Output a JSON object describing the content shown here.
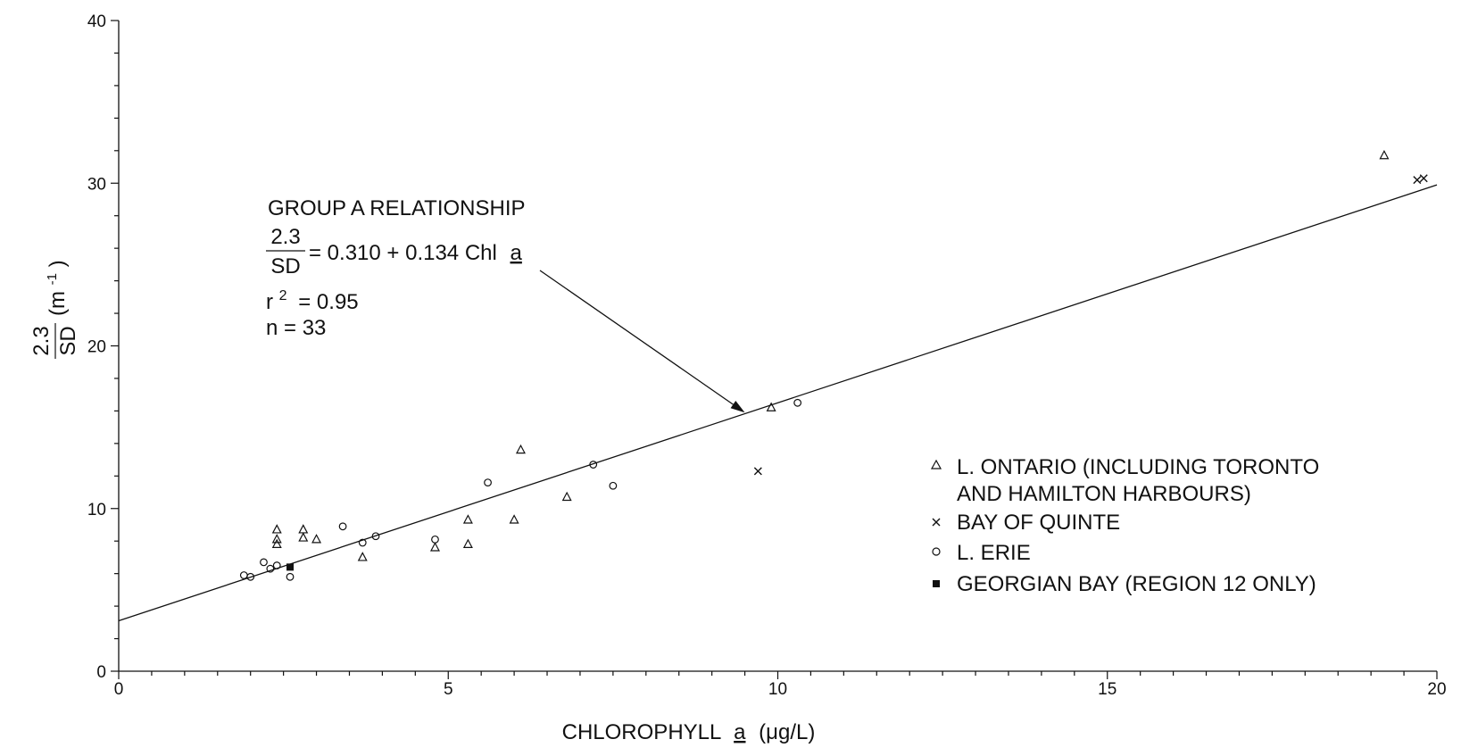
{
  "chart_data": {
    "type": "scatter",
    "xlabel": "CHLOROPHYLL",
    "xlabel_italic": "a",
    "xlabel_unit": "(μg/L)",
    "ylabel_num": "2.3",
    "ylabel_den": "SD",
    "ylabel_unit": "(m",
    "ylabel_exp": "-1",
    "ylabel_close": ")",
    "xlim": [
      0,
      20
    ],
    "ylim": [
      0,
      40
    ],
    "x_ticks": [
      0,
      5,
      10,
      15,
      20
    ],
    "x_tick_labels": [
      "0",
      "5",
      "10",
      "15",
      "20"
    ],
    "x_minor_step": 0.5,
    "y_ticks": [
      0,
      10,
      20,
      30,
      40
    ],
    "y_tick_labels": [
      "0",
      "10",
      "20",
      "30",
      "40"
    ],
    "y_minor_step": 2,
    "grid": false,
    "legend_position": "right",
    "series": [
      {
        "name": "L. ONTARIO (INCLUDING TORONTO",
        "name_line2": "AND HAMILTON HARBOURS)",
        "marker": "triangle",
        "points": [
          [
            2.4,
            8.7
          ],
          [
            2.4,
            8.1
          ],
          [
            2.4,
            7.8
          ],
          [
            2.8,
            8.7
          ],
          [
            2.8,
            8.2
          ],
          [
            3.0,
            8.1
          ],
          [
            3.7,
            7.0
          ],
          [
            4.8,
            7.6
          ],
          [
            5.3,
            9.3
          ],
          [
            5.3,
            7.8
          ],
          [
            6.0,
            9.3
          ],
          [
            6.1,
            13.6
          ],
          [
            6.8,
            10.7
          ],
          [
            9.9,
            16.2
          ],
          [
            19.2,
            31.7
          ]
        ]
      },
      {
        "name": "BAY OF QUINTE",
        "marker": "x",
        "points": [
          [
            9.7,
            12.3
          ],
          [
            19.7,
            30.2
          ],
          [
            19.8,
            30.3
          ]
        ]
      },
      {
        "name": "L. ERIE",
        "marker": "circle",
        "points": [
          [
            1.9,
            5.9
          ],
          [
            2.0,
            5.8
          ],
          [
            2.2,
            6.7
          ],
          [
            2.3,
            6.3
          ],
          [
            2.4,
            6.5
          ],
          [
            2.6,
            5.8
          ],
          [
            3.4,
            8.9
          ],
          [
            3.7,
            7.9
          ],
          [
            3.9,
            8.3
          ],
          [
            4.8,
            8.1
          ],
          [
            5.6,
            11.6
          ],
          [
            7.2,
            12.7
          ],
          [
            7.5,
            11.4
          ],
          [
            10.3,
            16.5
          ]
        ]
      },
      {
        "name": "GEORGIAN BAY (REGION 12 ONLY)",
        "marker": "square",
        "points": [
          [
            2.6,
            6.4
          ]
        ]
      }
    ],
    "regression": {
      "intercept": 3.1,
      "slope": 1.34,
      "x_range": [
        0,
        20
      ]
    },
    "annotation": {
      "title": "GROUP A RELATIONSHIP",
      "frac_num": "2.3",
      "frac_den": "SD",
      "equation": "= 0.310 + 0.134 Chl",
      "equation_italic": "a",
      "r2_label": "r",
      "r2_exp": "2",
      "r2_value": "= 0.95",
      "n_label": "n = 33",
      "arrow_target": [
        9.5,
        15.9
      ]
    }
  }
}
